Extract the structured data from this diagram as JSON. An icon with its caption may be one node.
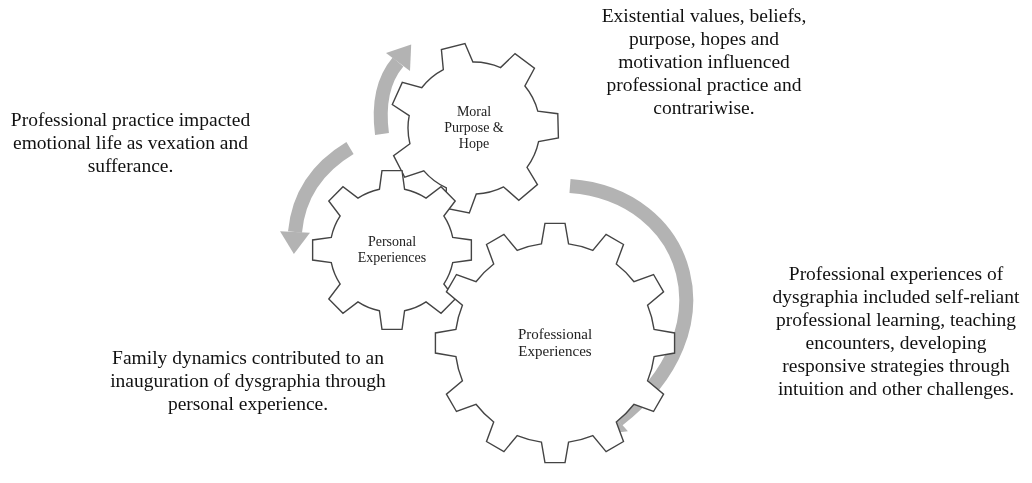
{
  "diagram": {
    "nodes": [
      {
        "text": [
          "Moral Purpose & Hope"
        ]
      },
      {
        "text": [
          "Personal Experiences"
        ]
      },
      {
        "text": [
          "Professional Experiences"
        ]
      }
    ],
    "labels": [
      "Existential values, beliefs, purpose, hopes and motivation influenced professional practice and contrariwise.",
      "Professional practice impacted emotional life as vexation and sufferance.",
      "Professional experiences of dysgraphia included self-reliant professional learning, teaching encounters, developing responsive strategies through intuition and other challenges.",
      "Family dynamics contributed to an inauguration of dysgraphia through personal experience."
    ]
  }
}
